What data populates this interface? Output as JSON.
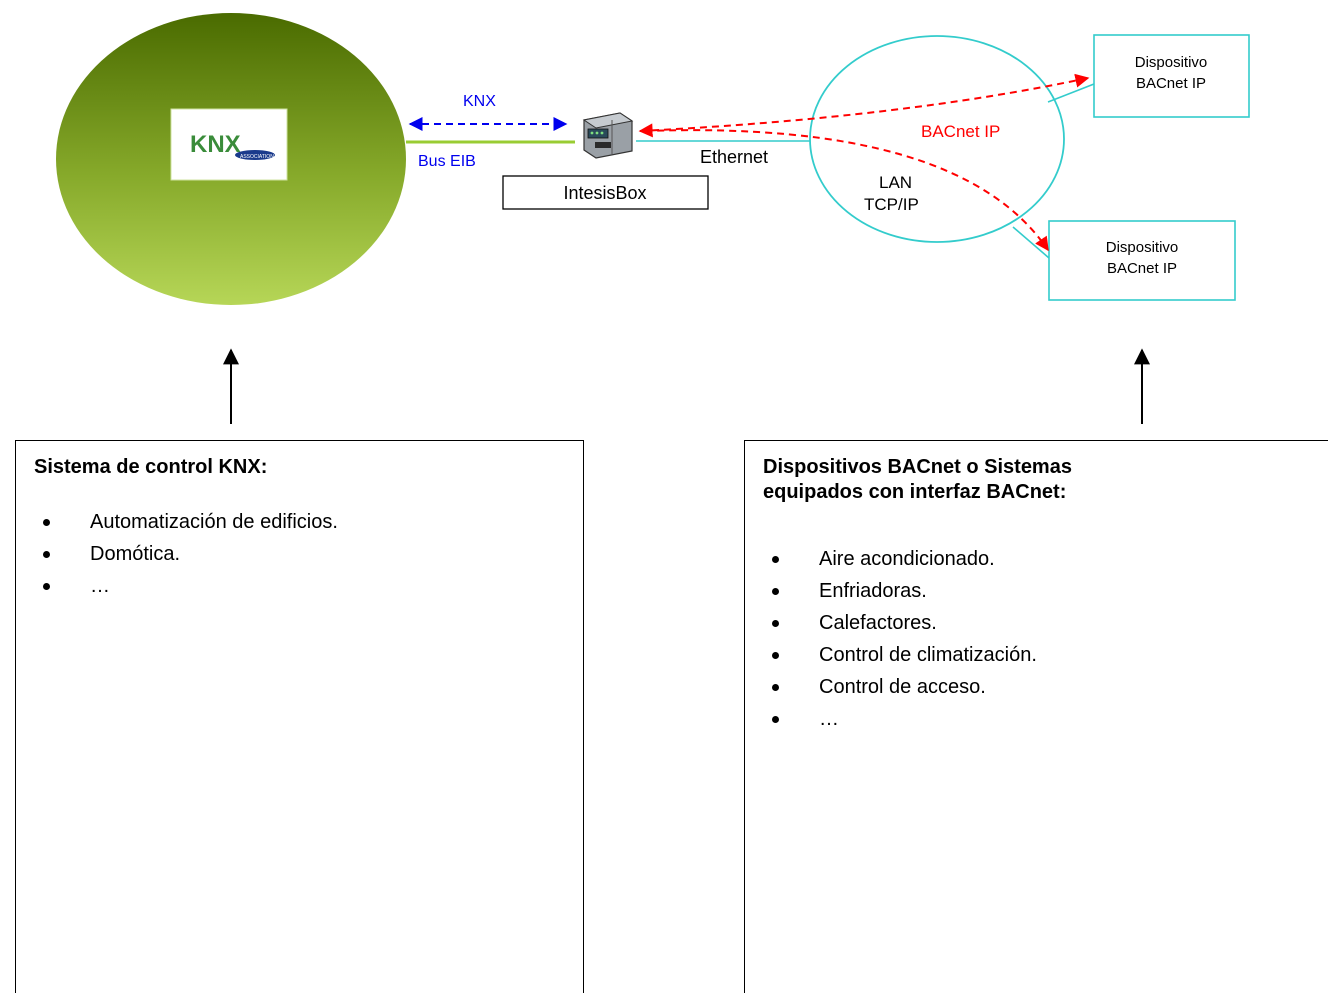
{
  "diagram": {
    "knx_label": "KNX",
    "bus_label": "Bus EIB",
    "gateway_label": "IntesisBox",
    "ethernet_label": "Ethernet",
    "lan_label_line1": "LAN",
    "lan_label_line2": "TCP/IP",
    "bacnet_label": "BACnet IP",
    "device_top": {
      "line1": "Dispositivo",
      "line2": "BACnet IP"
    },
    "device_bottom": {
      "line1": "Dispositivo",
      "line2": "BACnet IP"
    },
    "logo_text": "KNX",
    "logo_subtext": "ASSOCIATION"
  },
  "colors": {
    "knx_arrow": "#0000ee",
    "bus_line": "#99cc33",
    "ethernet_line": "#33cccc",
    "bacnet_arrow": "#ff0000",
    "ellipse_dark": "#4a6b00",
    "ellipse_light": "#b6d657"
  },
  "left_panel": {
    "title": "Sistema de control KNX:",
    "items": [
      "Automatización de edificios.",
      "Domótica.",
      "…"
    ]
  },
  "right_panel": {
    "title_line1": "Dispositivos BACnet o Sistemas",
    "title_line2": "equipados con interfaz BACnet:",
    "items": [
      "Aire acondicionado.",
      "Enfriadoras.",
      "Calefactores.",
      "Control de climatización.",
      "Control de acceso.",
      "…"
    ]
  }
}
